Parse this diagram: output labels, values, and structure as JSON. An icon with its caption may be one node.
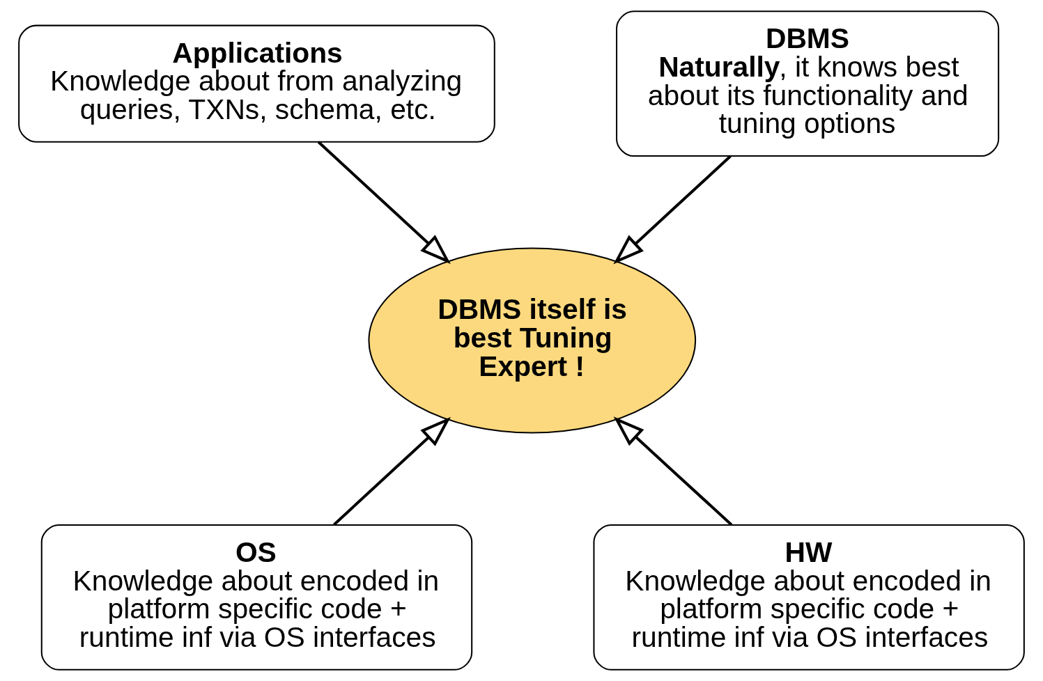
{
  "diagram": {
    "nodes": [
      {
        "text": [
          "Applications",
          "Knowledge about from analyzing queries, TXNs, schema, etc."
        ]
      },
      {
        "text": [
          "DBMS",
          "**Naturally**, it knows best about its functionality and tuning options"
        ]
      },
      {
        "text": [
          "DBMS itself is best Tuning Expert !"
        ]
      },
      {
        "text": [
          "OS",
          "Knowledge about encoded in platform specific code + runtime inf via OS interfaces"
        ]
      },
      {
        "text": [
          "HW",
          "Knowledge about encoded in platform specific code + runtime inf via OS interfaces"
        ]
      }
    ],
    "edges": [
      {
        "from": 0,
        "to": 2,
        "arrow": "to"
      },
      {
        "from": 1,
        "to": 2,
        "arrow": "to"
      },
      {
        "from": 3,
        "to": 2,
        "arrow": "to"
      },
      {
        "from": 4,
        "to": 2,
        "arrow": "to"
      }
    ]
  }
}
